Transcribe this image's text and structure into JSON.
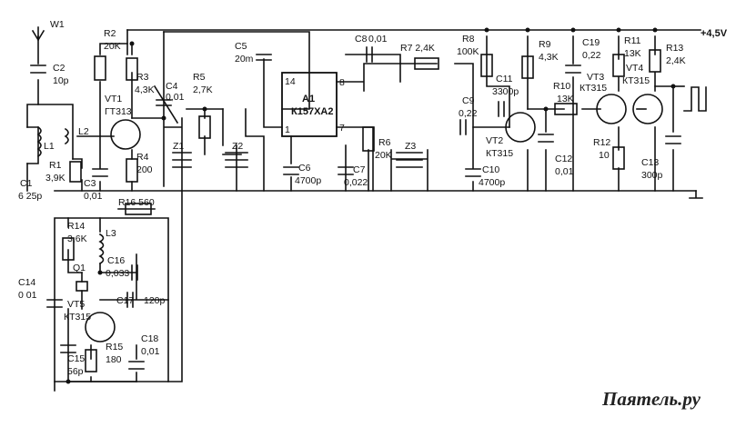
{
  "labels": {
    "antenna": "W1",
    "supply": "+4,5V",
    "c1_name": "C1",
    "c1_value": "6 25p",
    "c2_name": "C2",
    "c2_value": "10p",
    "c3_name": "C3",
    "c3_value": "0,01",
    "c4_name": "C4",
    "c4_value": "0,01",
    "c5_name": "C5",
    "c5_value": "20m",
    "c6_name": "C6",
    "c6_value": "4700p",
    "c7_name": "C7",
    "c7_value": "0,022",
    "c8_name": "C8",
    "c8_value": "0,01",
    "c9_name": "C9",
    "c9_value": "0,22",
    "c10_name": "C10",
    "c10_value": "4700p",
    "c11_name": "C11",
    "c11_value": "3300p",
    "c12_name": "C12",
    "c12_value": "0,01",
    "c13_name": "C13",
    "c13_value": "300p",
    "c14_name": "C14",
    "c14_value": "0 01",
    "c15_name": "C15",
    "c15_value": "56p",
    "c16_name": "C16",
    "c16_value": "0,033",
    "c17_name": "C17",
    "c17_value": "120p",
    "c18_name": "C18",
    "c18_value": "0,01",
    "c19_name": "C19",
    "c19_value": "0,22",
    "r1_name": "R1",
    "r1_value": "3,9K",
    "r2_name": "R2",
    "r2_value": "20K",
    "r3_name": "R3",
    "r3_value": "4,3K",
    "r4_name": "R4",
    "r4_value": "200",
    "r5_name": "R5",
    "r5_value": "2,7K",
    "r6_name": "R6",
    "r6_value": "20K",
    "r7_label": "R7 2,4K",
    "r8_name": "R8",
    "r8_value": "100K",
    "r9_name": "R9",
    "r9_value": "4,3K",
    "r10_name": "R10",
    "r10_value": "13K",
    "r11_name": "R11",
    "r11_value": "13K",
    "r12_name": "R12",
    "r12_value": "10",
    "r13_name": "R13",
    "r13_value": "2,4K",
    "r14_name": "R14",
    "r14_value": "3,6K",
    "r15_name": "R15",
    "r15_value": "180",
    "r16_label": "R16 560",
    "l1": "L1",
    "l2": "L2",
    "l3": "L3",
    "vt1_name": "VT1",
    "vt1_type": "ГТ313",
    "vt2_name": "VT2",
    "vt2_type": "КТ315",
    "vt3_name": "VT3",
    "vt3_type": "КТ315",
    "vt4_name": "VT4",
    "vt4_type": "КТ315",
    "vt5_name": "VT5",
    "vt5_type": "КТ315",
    "q1": "Q1",
    "z1": "Z1",
    "z2": "Z2",
    "z3": "Z3",
    "a1_name": "A1",
    "a1_type": "К157ХА2",
    "pin14": "14",
    "pin8": "8",
    "pin7": "7",
    "pin1": "1"
  },
  "watermark": "Паяmель.ру"
}
